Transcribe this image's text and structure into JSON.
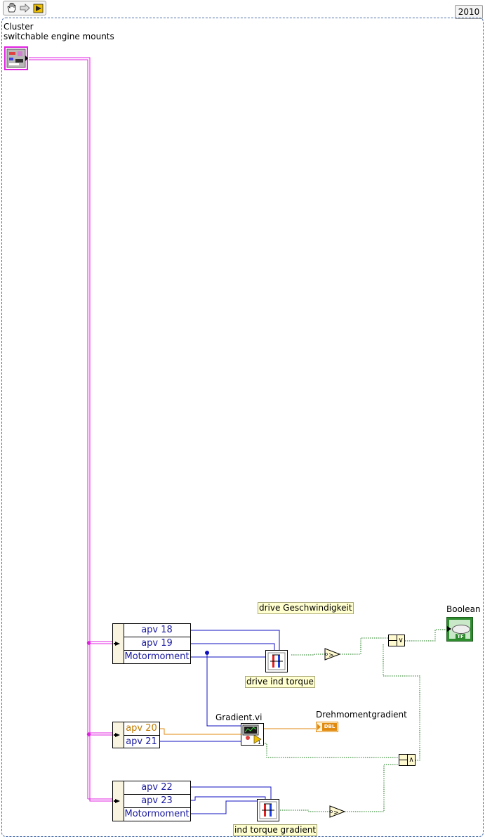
{
  "toolbar": {
    "icons": [
      "hand-tool-icon",
      "arrow-tool-icon",
      "run-arrow-icon"
    ],
    "version": "2010"
  },
  "cluster_terminal": {
    "label_line1": "Cluster",
    "label_line2": "switchable engine mounts"
  },
  "unbundle_1": {
    "elements": [
      "apv 18",
      "apv 19",
      "Motormoment"
    ]
  },
  "unbundle_2": {
    "elements": [
      "apv 20",
      "apv 21"
    ]
  },
  "unbundle_3": {
    "elements": [
      "apv 22",
      "apv 23",
      "Motormoment"
    ]
  },
  "subvis": {
    "drive_ind_torque": "drive ind torque",
    "gradient_vi": "Gradient.vi",
    "ind_torque_gradient": "ind torque gradient",
    "gradient_output_index": "1"
  },
  "labels": {
    "drive_geschwindigkeit": "drive Geschwindigkeit",
    "drehmomentgradient": "Drehmomentgradient",
    "boolean": "Boolean",
    "dbl_tag": "DBL",
    "tf_tag": "TF"
  },
  "operators": {
    "or_symbol": "∨",
    "and_symbol": "∧",
    "greater_than": ">"
  },
  "colors": {
    "cluster_wire": "#e020e0",
    "numeric_wire": "#1010c0",
    "dbl_wire": "#e08a10",
    "boolean_wire": "#1a7a1a",
    "frame": "#4a6ea8",
    "boolean_indicator": "#2e8b2e"
  }
}
